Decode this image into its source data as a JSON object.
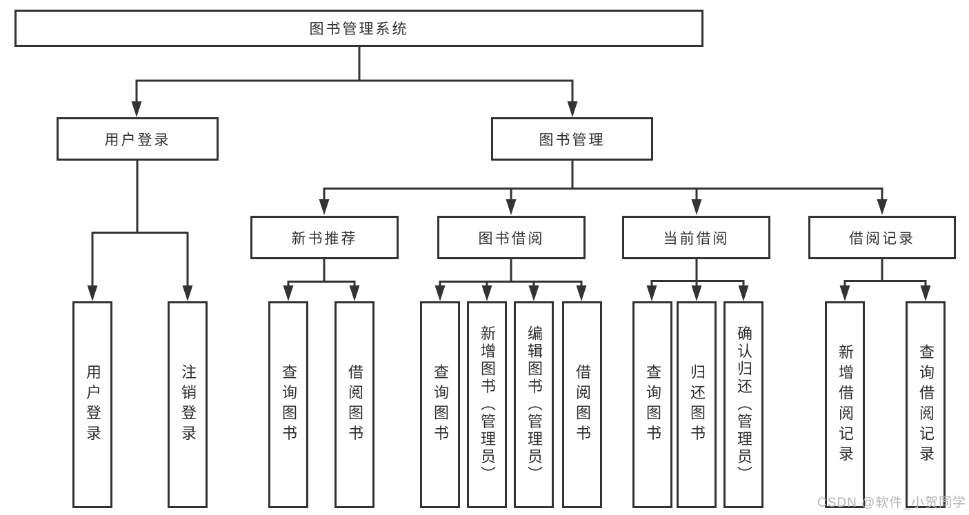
{
  "diagram": {
    "title": "图书管理系统",
    "root": {
      "label": "图书管理系统"
    },
    "level1": [
      {
        "label": "用户登录"
      },
      {
        "label": "图书管理"
      }
    ],
    "level2": [
      {
        "label": "新书推荐"
      },
      {
        "label": "图书借阅"
      },
      {
        "label": "当前借阅"
      },
      {
        "label": "借阅记录"
      }
    ],
    "leaves": {
      "user_login": [
        "用户登录",
        "注销登录"
      ],
      "new_books": [
        "查询图书",
        "借阅图书"
      ],
      "book_borrow": [
        "查询图书",
        "新增图书（管理员）",
        "编辑图书（管理员）",
        "借阅图书"
      ],
      "current_borrow": [
        "查询图书",
        "归还图书",
        "确认归还（管理员）"
      ],
      "borrow_records": [
        "新增借阅记录",
        "查询借阅记录"
      ]
    },
    "colors": {
      "line": "#333333",
      "text": "#2e2e2e",
      "background": "#ffffff",
      "watermark": "#b5b3b3"
    }
  },
  "watermark": {
    "text": "CSDN @软件_小贺同学"
  }
}
